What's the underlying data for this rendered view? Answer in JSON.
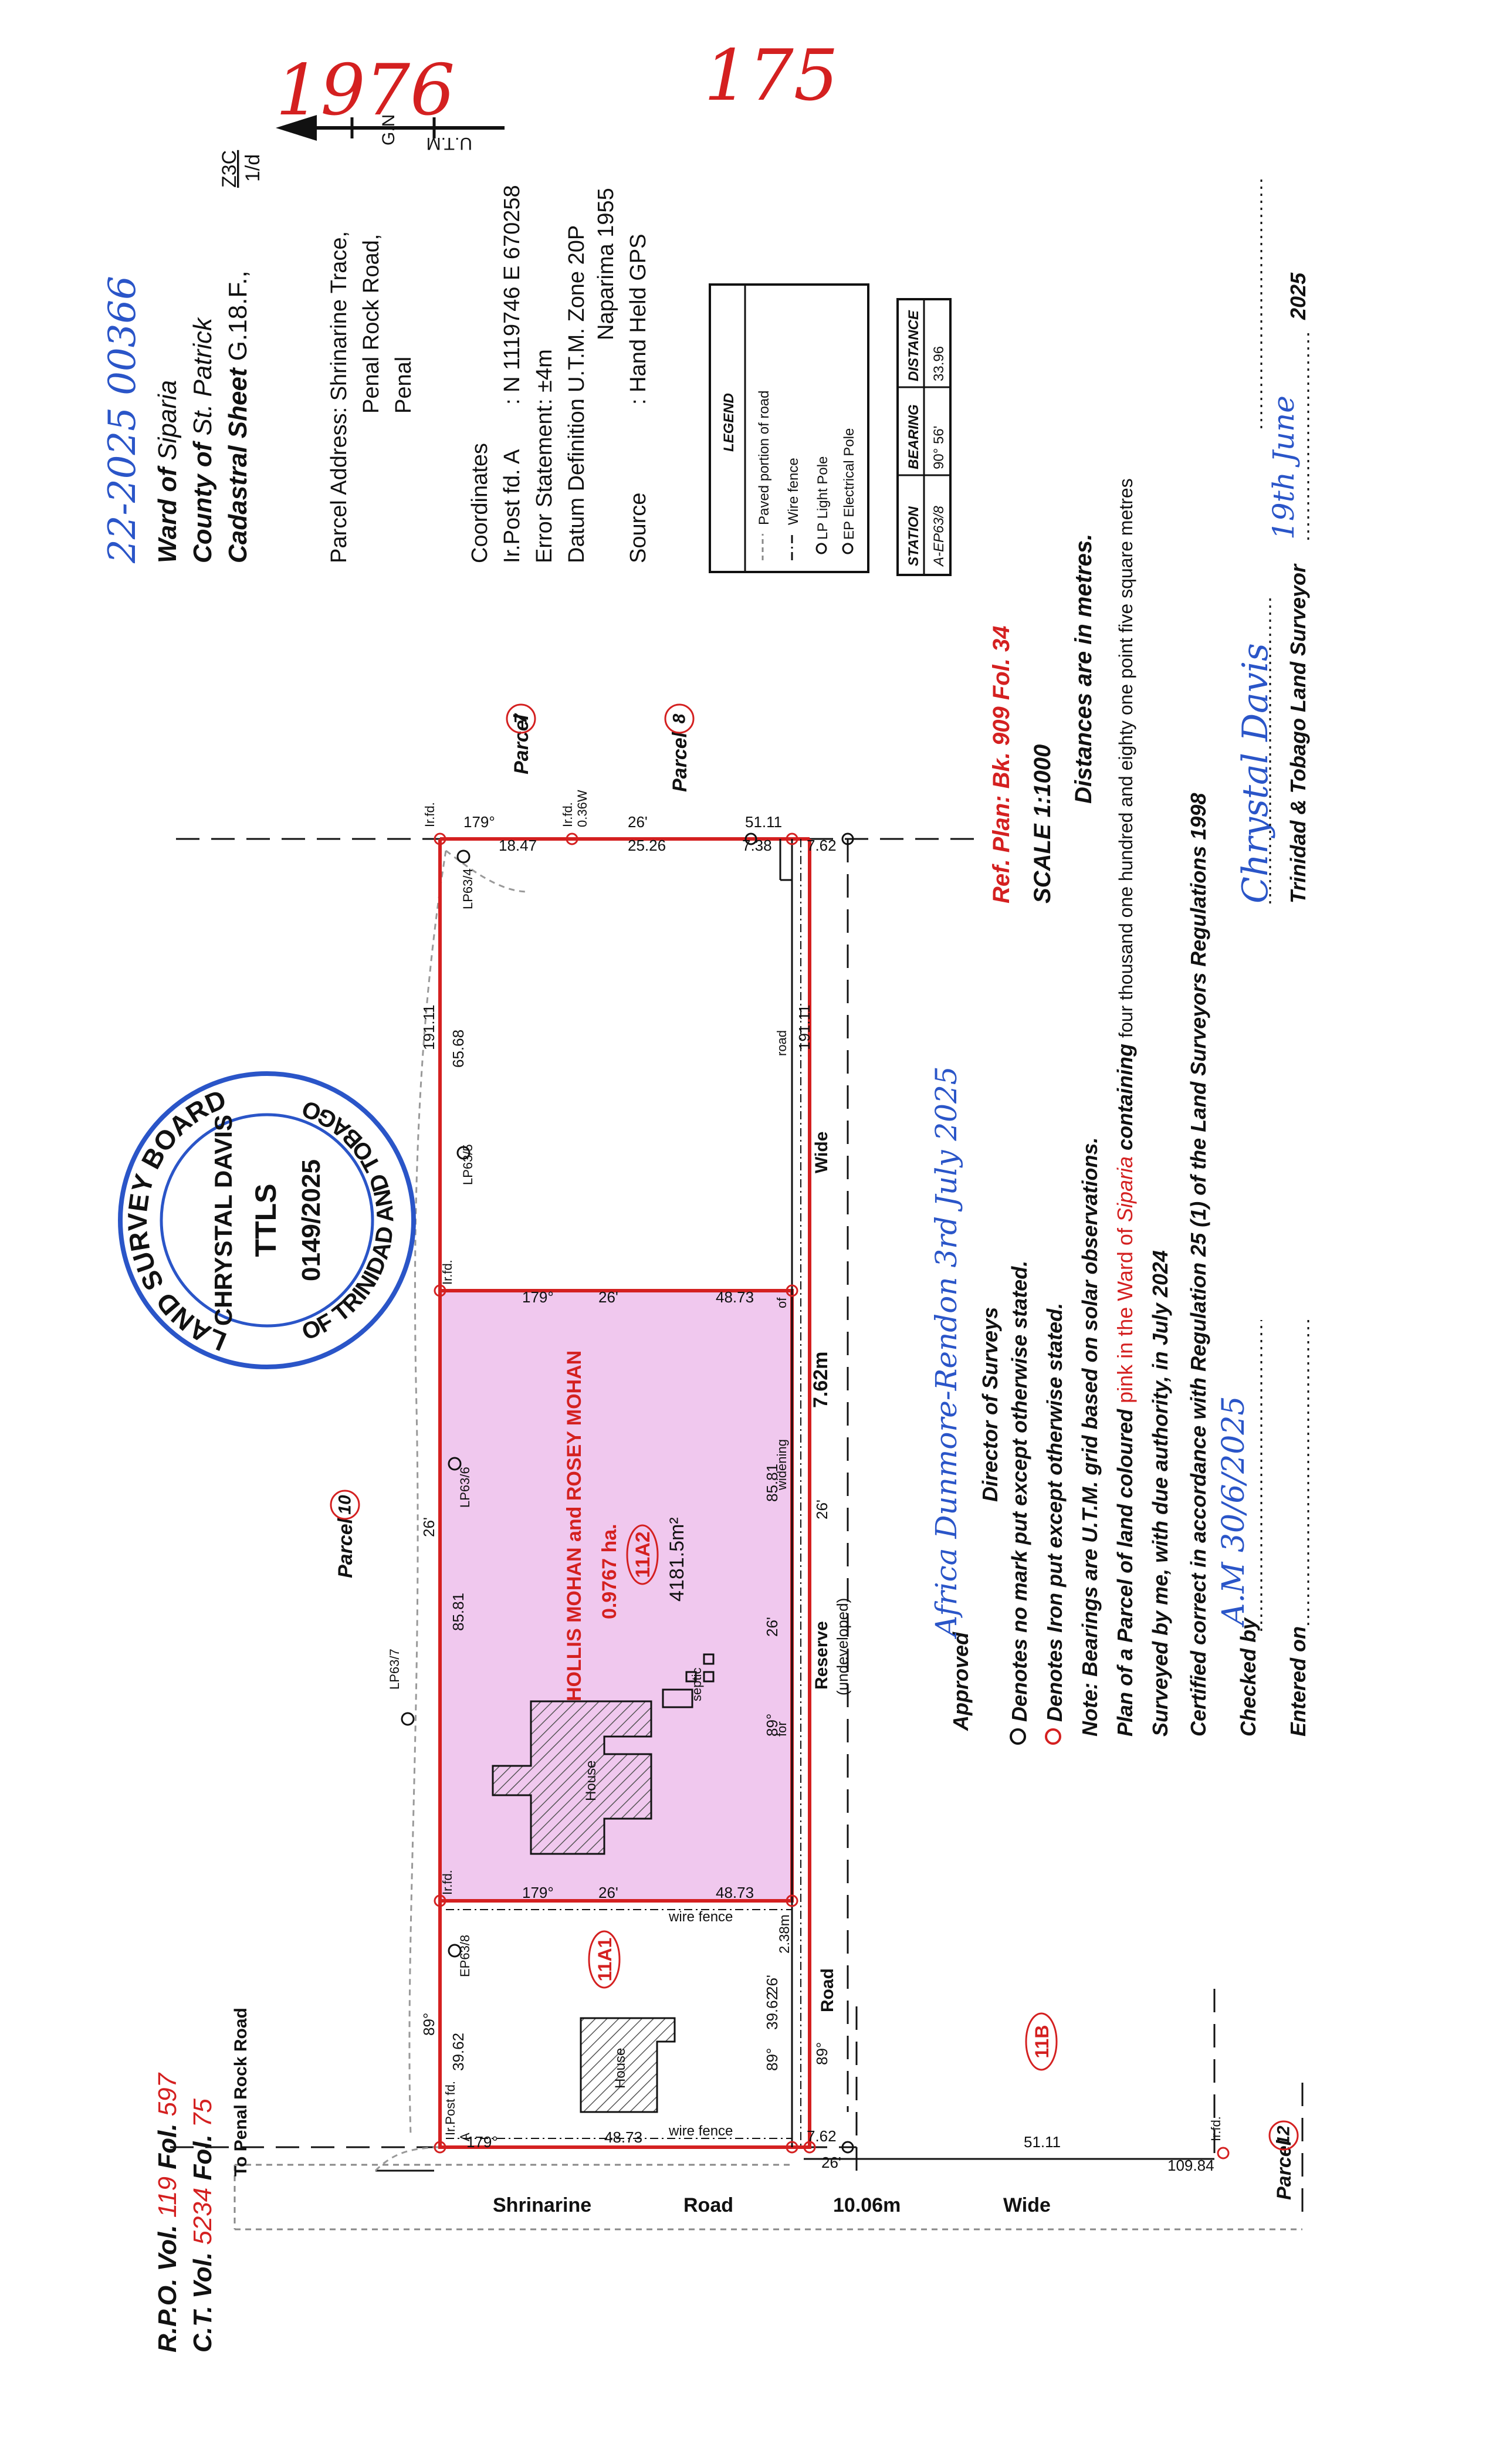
{
  "handwritten": {
    "plan_no_a": "1976",
    "plan_no_b": "175",
    "ref_code": "22-2025 00366"
  },
  "north": {
    "gn": "G.N",
    "utm": "U.T.M"
  },
  "header": {
    "ward_label": "Ward of",
    "ward_value": "Siparia",
    "county_label": "County of",
    "county_value": "St. Patrick",
    "sheet_label": "Cadastral Sheet",
    "sheet_value": "G.18.F.,",
    "sheet_frac_top": "Z3C",
    "sheet_frac_bottom": "1/d",
    "addr_label": "Parcel Address:",
    "addr_1": "Shrinarine Trace,",
    "addr_2": "Penal Rock Road,",
    "addr_3": "Penal"
  },
  "coords": {
    "title": "Coordinates",
    "row1_label": "Ir.Post fd. A",
    "row1_value": ": N 1119746  E 670258",
    "row2_label": "Error Statement",
    "row2_value": ": ±4m",
    "row3_label": "Datum Definition",
    "row3_value": ": U.T.M. Zone 20P",
    "row3b_value": "Naparima 1955",
    "row4_label": "Source",
    "row4_value": ": Hand Held GPS"
  },
  "legend": {
    "title": "LEGEND",
    "items": [
      "Paved portion of road",
      "Wire fence",
      "LP  Light Pole",
      "EP  Electrical Pole"
    ]
  },
  "station_table": {
    "headers": [
      "STATION",
      "BEARING",
      "DISTANCE"
    ],
    "row": [
      "A-EP63/8",
      "90° 56'",
      "33.96"
    ]
  },
  "notes": {
    "ref_plan": "Ref. Plan: Bk. 909 Fol. 34",
    "scale": "SCALE 1:1000",
    "distances": "Distances are in metres.",
    "line1": "Denotes no mark put except otherwise stated.",
    "line2": "Denotes Iron put except otherwise stated.",
    "line3": "Note: Bearings are U.T.M. grid based on solar observations.",
    "line4a": "Plan of a Parcel of land coloured",
    "line4b": "pink in the Ward of",
    "line4c": "Siparia",
    "line4d": "containing",
    "line4e": "four thousand one hundred and eighty one point five square metres",
    "line5": "Surveyed by me, with due authority, in July 2024",
    "line6": "Certified correct in accordance with Regulation 25 (1) of the Land Surveyors Regulations 1998",
    "checked_label": "Checked by",
    "checked_hand": "A.M 30/6/2025",
    "entered_label": "Entered on",
    "approved_label": "Approved",
    "approved_hand": "Africa Dunmore-Rendon 3rd July 2025",
    "director": "Director of Surveys",
    "surveyor_title": "Trinidad & Tobago Land Surveyor",
    "surveyor_date_hand": "19th June",
    "surveyor_year": "2025",
    "surveyor_sig": "Chrystal Davis"
  },
  "stamp": {
    "outer_top": "LAND SURVEY BOARD",
    "outer_bottom": "OF TRINIDAD AND TOBAGO",
    "name": "CHRYSTAL DAVIS",
    "code": "TTLS",
    "number": "0149/2025"
  },
  "footer": {
    "rpo_label": "R.P.O. Vol.",
    "rpo_vol": "119",
    "rpo_fol_label": "Fol.",
    "rpo_fol": "597",
    "ct_label": "C.T. Vol.",
    "ct_vol": "5234",
    "ct_fol_label": "Fol.",
    "ct_fol": "75"
  },
  "map": {
    "owner": "HOLLIS MOHAN and ROSEY MOHAN",
    "hectares": "0.9767 ha.",
    "parcel_id": "11A2",
    "area": "4181.5m²",
    "lot_11a1": "11A1",
    "lot_11b": "11B",
    "house": "House",
    "septic": "septic",
    "parcel7": "Parcel",
    "parcel7n": "7",
    "parcel8": "Parcel",
    "parcel8n": "8",
    "parcel10": "Parcel",
    "parcel10n": "10",
    "parcel12": "Parcel",
    "parcel12n": "12",
    "to_penal": "To Penal Rock Road",
    "shrinarine": "Shrinarine",
    "road": "Road",
    "road_width": "10.06m",
    "wide": "Wide",
    "reserve": "Reserve",
    "undeveloped": "(undeveloped)",
    "reserve_width": "7.62m",
    "road2": "Road",
    "wide2": "Wide",
    "for": "for",
    "widening": "widening",
    "of": "of",
    "road3": "road",
    "wire_fence": "wire fence",
    "irfd": "Ir.fd.",
    "irpost": "Ir.Post fd.",
    "pt_a": "A",
    "irfd_036": "0.36W",
    "d_19111": "191.11",
    "d_8581": "85.81",
    "d_3962": "39.62",
    "d_6568": "65.68",
    "d_1847": "18.47",
    "d_4873": "48.73",
    "d_5111": "51.11",
    "d_2526": "25.26",
    "d_738": "7.38",
    "d_762": "7.62",
    "d_10984": "109.84",
    "d_238": "2.38m",
    "b_179": "179°",
    "b_26": "26'",
    "b_89": "89°",
    "lp635": "LP63/5",
    "lp634": "LP63/4",
    "lp636": "LP63/6",
    "lp637": "LP63/7",
    "ep638": "EP63/8"
  }
}
